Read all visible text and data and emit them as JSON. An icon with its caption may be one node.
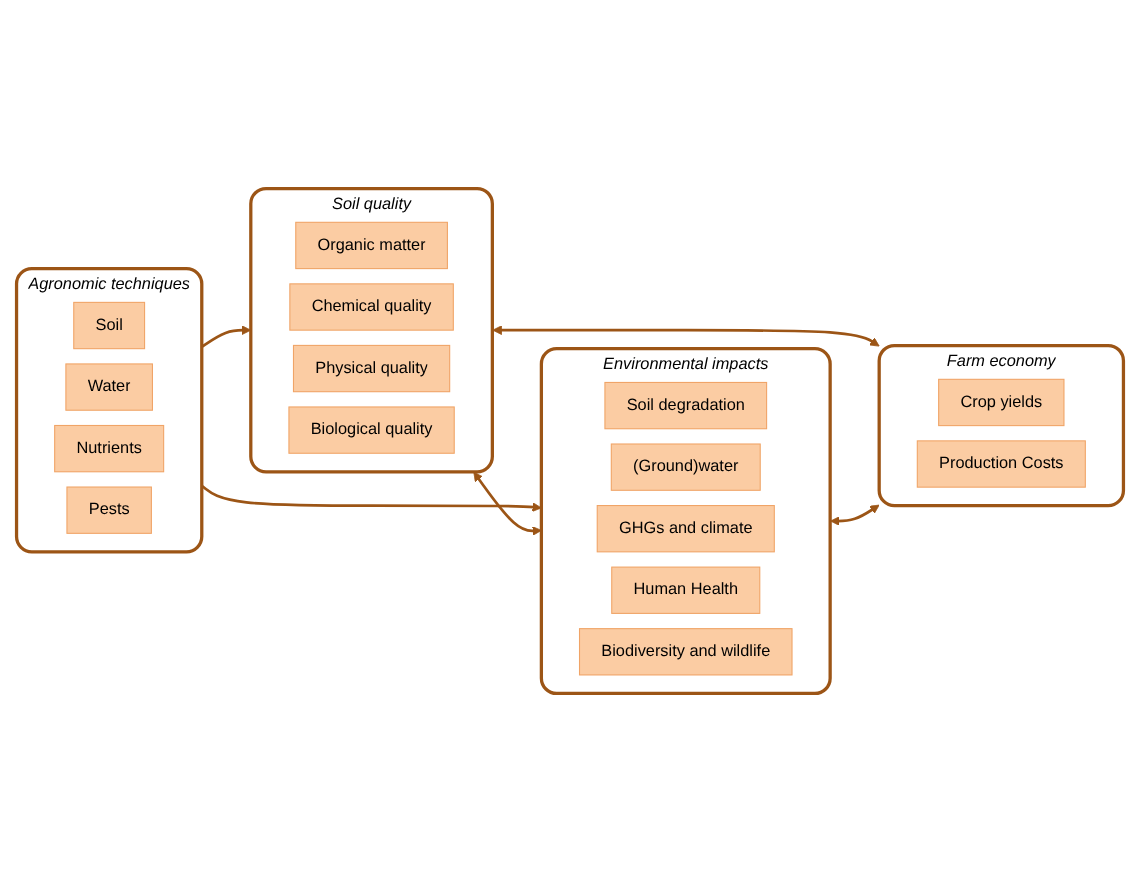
{
  "diagram": {
    "nodes": [
      {
        "text": [
          "Agronomic techniques"
        ]
      },
      {
        "text": [
          "Soil"
        ],
        "in": 0
      },
      {
        "text": [
          "Water"
        ],
        "in": 0
      },
      {
        "text": [
          "Nutrients"
        ],
        "in": 0
      },
      {
        "text": [
          "Pests"
        ],
        "in": 0
      },
      {
        "text": [
          "Soil quality"
        ]
      },
      {
        "text": [
          "Organic matter"
        ],
        "in": 5
      },
      {
        "text": [
          "Chemical quality"
        ],
        "in": 5
      },
      {
        "text": [
          "Physical quality"
        ],
        "in": 5
      },
      {
        "text": [
          "Biological quality"
        ],
        "in": 5
      },
      {
        "text": [
          "Environmental impacts"
        ]
      },
      {
        "text": [
          "Soil degradation"
        ],
        "in": 10
      },
      {
        "text": [
          "(Ground)water"
        ],
        "in": 10
      },
      {
        "text": [
          "GHGs and climate"
        ],
        "in": 10
      },
      {
        "text": [
          "Human Health"
        ],
        "in": 10
      },
      {
        "text": [
          "Biodiversity and wildlife"
        ],
        "in": 10
      },
      {
        "text": [
          "Farm economy"
        ]
      },
      {
        "text": [
          "Crop yields"
        ],
        "in": 16
      },
      {
        "text": [
          "Production Costs"
        ],
        "in": 16
      }
    ],
    "edges": [
      {
        "from": 0,
        "to": 5,
        "arrow": "to"
      },
      {
        "from": 0,
        "to": 10,
        "arrow": "to"
      },
      {
        "from": 5,
        "to": 10,
        "arrow": "both"
      },
      {
        "from": 5,
        "to": 16,
        "arrow": "both"
      },
      {
        "from": 10,
        "to": 16,
        "arrow": "both"
      }
    ]
  }
}
